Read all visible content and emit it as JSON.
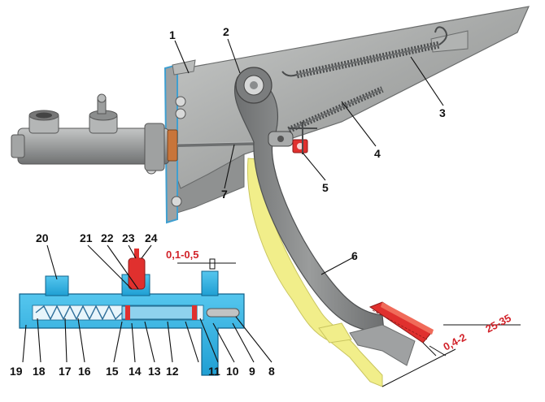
{
  "diagram": {
    "callouts": [
      {
        "id": "c1",
        "label": "1"
      },
      {
        "id": "c2",
        "label": "2"
      },
      {
        "id": "c3",
        "label": "3"
      },
      {
        "id": "c4",
        "label": "4"
      },
      {
        "id": "c5",
        "label": "5"
      },
      {
        "id": "c6",
        "label": "6"
      },
      {
        "id": "c7",
        "label": "7"
      },
      {
        "id": "c8",
        "label": "8"
      },
      {
        "id": "c9",
        "label": "9"
      },
      {
        "id": "c10",
        "label": "10"
      },
      {
        "id": "c11",
        "label": "11"
      },
      {
        "id": "c12",
        "label": "12"
      },
      {
        "id": "c13",
        "label": "13"
      },
      {
        "id": "c14",
        "label": "14"
      },
      {
        "id": "c15",
        "label": "15"
      },
      {
        "id": "c16",
        "label": "16"
      },
      {
        "id": "c17",
        "label": "17"
      },
      {
        "id": "c18",
        "label": "18"
      },
      {
        "id": "c19",
        "label": "19"
      },
      {
        "id": "c20",
        "label": "20"
      },
      {
        "id": "c21",
        "label": "21"
      },
      {
        "id": "c22",
        "label": "22"
      },
      {
        "id": "c23",
        "label": "23"
      },
      {
        "id": "c24",
        "label": "24"
      }
    ],
    "dimensions": {
      "rod_clearance": "0,1-0,5",
      "pedal_free_play": "0,4-2",
      "pedal_travel": "25-35"
    },
    "colors": {
      "housing": "#a8aaa8",
      "steel": "#8a8c8e",
      "hydraulic_fluid": "#2bb3e6",
      "seals": "#e0302e",
      "highlight_path": "#f1ee8a",
      "dimension_text": "#d2232a"
    }
  }
}
